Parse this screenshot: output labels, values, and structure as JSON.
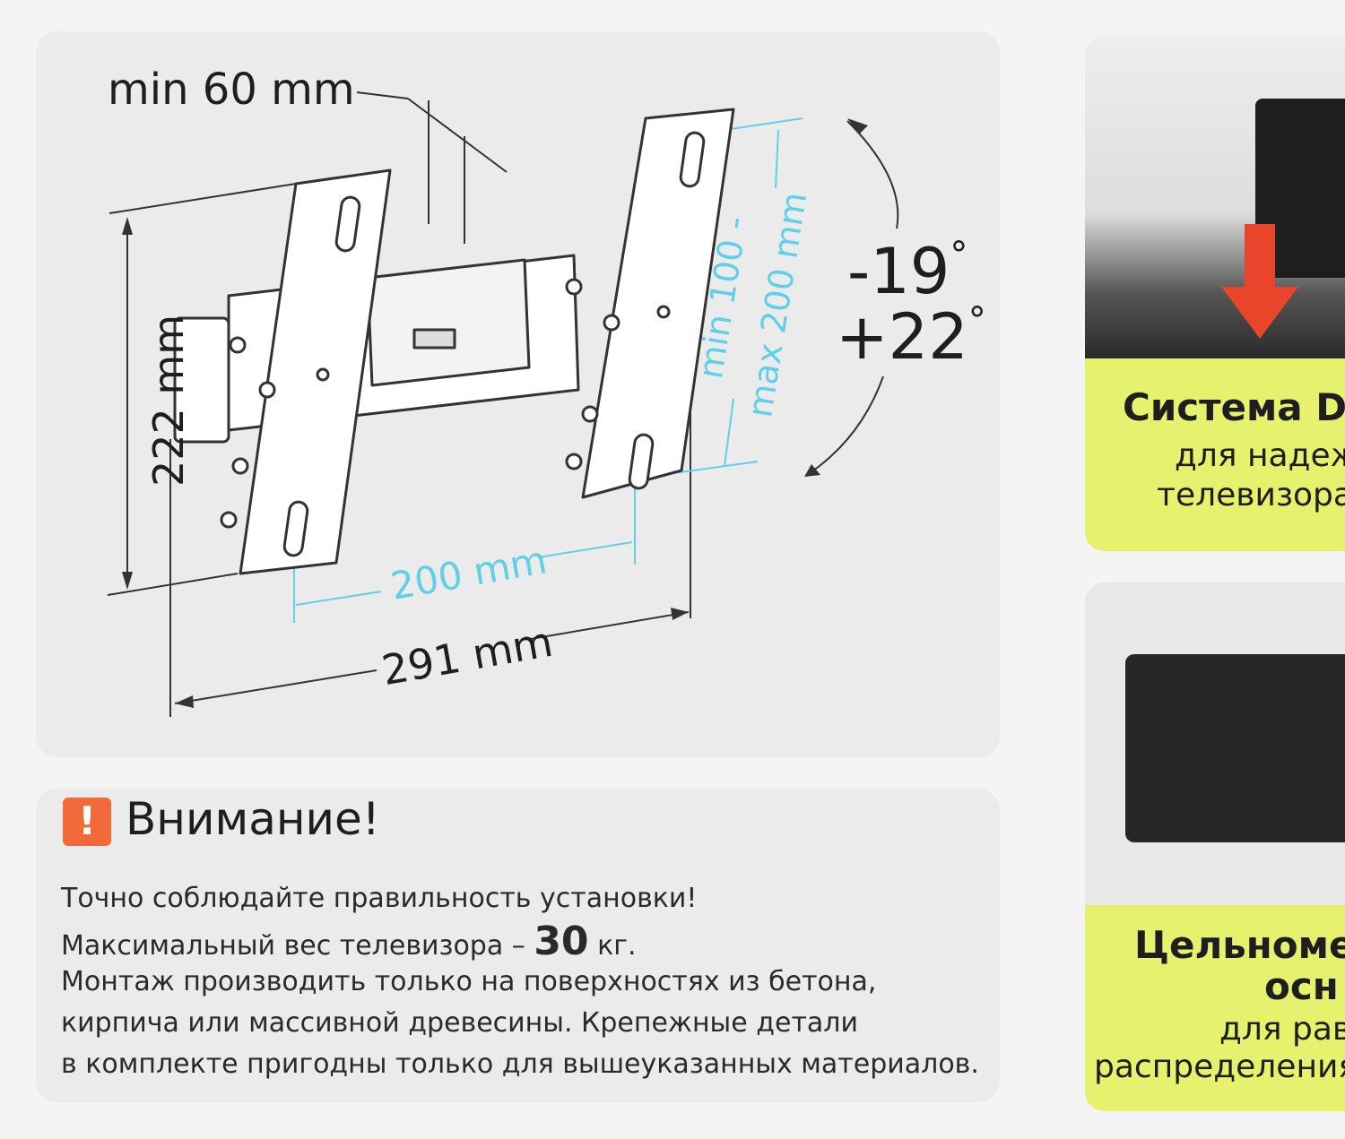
{
  "diagram": {
    "depth_label": "min 60 mm",
    "height_label": "222 mm",
    "width_label": "291 mm",
    "hole_spacing_label": "200 mm",
    "vesa_min_label": "min 100 -",
    "vesa_max_label": "max 200 mm",
    "tilt_down_label": "-19",
    "tilt_up_label": "+22",
    "degree_symbol": "°"
  },
  "warning": {
    "icon_text": "!",
    "title": "Внимание!",
    "line1": "Точно соблюдайте правильность установки!",
    "line2_prefix": "Максимальный вес телевизора –",
    "max_weight": "30",
    "line2_suffix": "кг.",
    "line3": "Монтаж производить только на поверхностях из бетона,",
    "line4": "кирпича или массивной древесины. Крепежные детали",
    "line5": "в комплекте пригодны только для вышеуказанных материалов."
  },
  "features": [
    {
      "title": "Система D",
      "subtitle1": "для надеж",
      "subtitle2": "телевизора"
    },
    {
      "title": "Цельноме",
      "title2": "осн",
      "subtitle1": "для рав",
      "subtitle2": "распределения"
    }
  ],
  "colors": {
    "accent_cyan": "#5fd0e8",
    "warning_orange": "#f26a3a",
    "feature_yellow": "#e6f26e"
  }
}
